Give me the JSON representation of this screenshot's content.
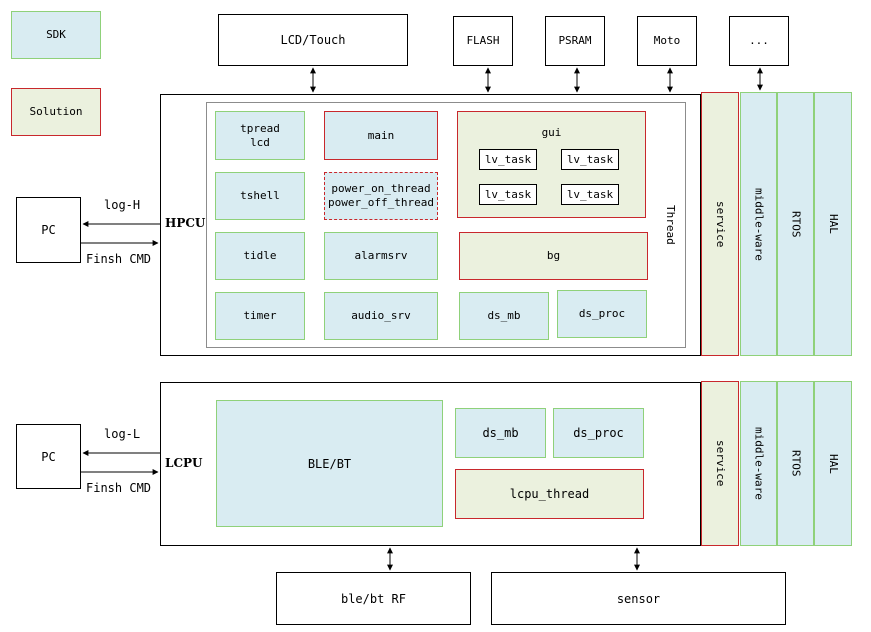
{
  "legend": {
    "sdk": "SDK",
    "solution": "Solution"
  },
  "top_devices": {
    "lcd_touch": "LCD/Touch",
    "flash": "FLASH",
    "psram": "PSRAM",
    "moto": "Moto",
    "more": "..."
  },
  "hpcu": {
    "label": "HPCU",
    "thread_label": "Thread",
    "tpread_lcd": "tpread\nlcd",
    "main": "main",
    "gui": "gui",
    "lv_task": "lv_task",
    "tshell": "tshell",
    "power_thread": "power_on_thread\npower_off_thread",
    "tidle": "tidle",
    "alarmsrv": "alarmsrv",
    "bg": "bg",
    "timer": "timer",
    "audio_srv": "audio_srv",
    "ds_mb": "ds_mb",
    "ds_proc": "ds_proc"
  },
  "lcpu": {
    "label": "LCPU",
    "ble_bt": "BLE/BT",
    "ds_mb": "ds_mb",
    "ds_proc": "ds_proc",
    "lcpu_thread": "lcpu_thread"
  },
  "layers": {
    "service": "service",
    "middleware": "middle-ware",
    "rtos": "RTOS",
    "hal": "HAL"
  },
  "pc": {
    "label": "PC",
    "log_h": "log-H",
    "log_l": "log-L",
    "finsh_cmd": "Finsh CMD"
  },
  "bottom_devices": {
    "ble_rf": "ble/bt RF",
    "sensor": "sensor"
  },
  "colors": {
    "sdk_fill": "#d9ecf2",
    "sdk_border": "#8fd17a",
    "solution_fill": "#ebf1de",
    "solution_border": "#c8282c"
  }
}
